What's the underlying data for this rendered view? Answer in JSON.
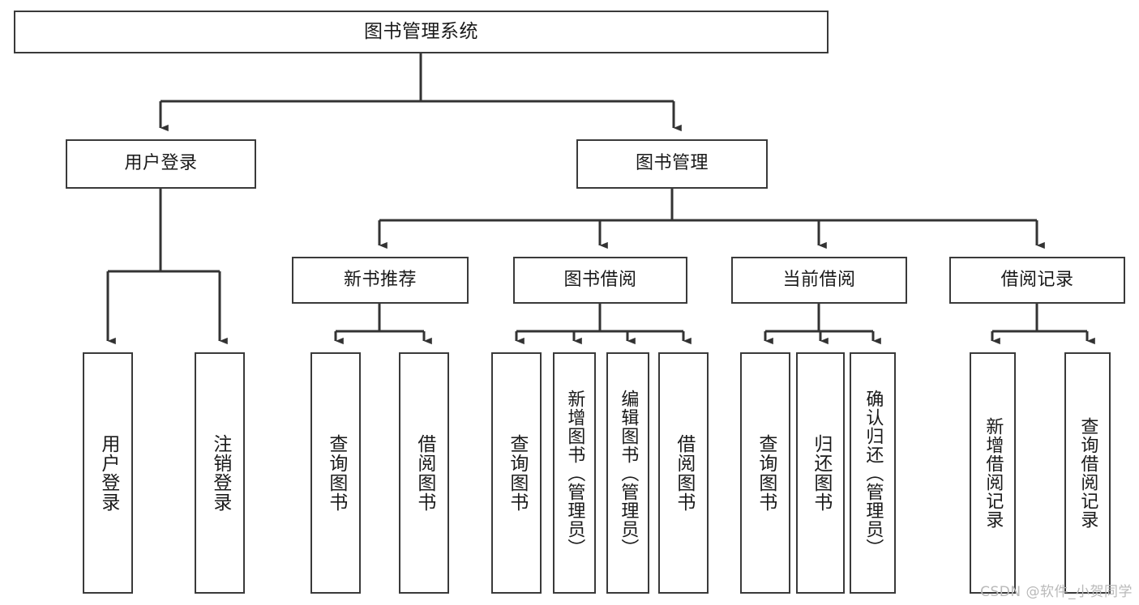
{
  "diagram": {
    "type": "tree",
    "title": "图书管理系统",
    "colors": {
      "background": "#ffffff",
      "box_border": "#3a3a3a",
      "connector": "#333333",
      "text": "#1a1a1a",
      "watermark": "#b9b9b9"
    },
    "root": {
      "label": "图书管理系统"
    },
    "level1": [
      {
        "label": "用户登录"
      },
      {
        "label": "图书管理"
      }
    ],
    "level2": [
      {
        "label": "新书推荐"
      },
      {
        "label": "图书借阅"
      },
      {
        "label": "当前借阅"
      },
      {
        "label": "借阅记录"
      }
    ],
    "leaves": {
      "user_login": [
        {
          "label": "用户登录"
        },
        {
          "label": "注销登录"
        }
      ],
      "new_book_recommend": [
        {
          "label": "查询图书"
        },
        {
          "label": "借阅图书"
        }
      ],
      "book_borrow": [
        {
          "label": "查询图书"
        },
        {
          "label": "新增图书（管理员）"
        },
        {
          "label": "编辑图书（管理员）"
        },
        {
          "label": "借阅图书"
        }
      ],
      "current_borrow": [
        {
          "label": "查询图书"
        },
        {
          "label": "归还图书"
        },
        {
          "label": "确认归还（管理员）"
        }
      ],
      "borrow_record": [
        {
          "label": "新增借阅记录"
        },
        {
          "label": "查询借阅记录"
        }
      ]
    }
  },
  "watermark": {
    "text": "CSDN @软件_小贺同学"
  }
}
